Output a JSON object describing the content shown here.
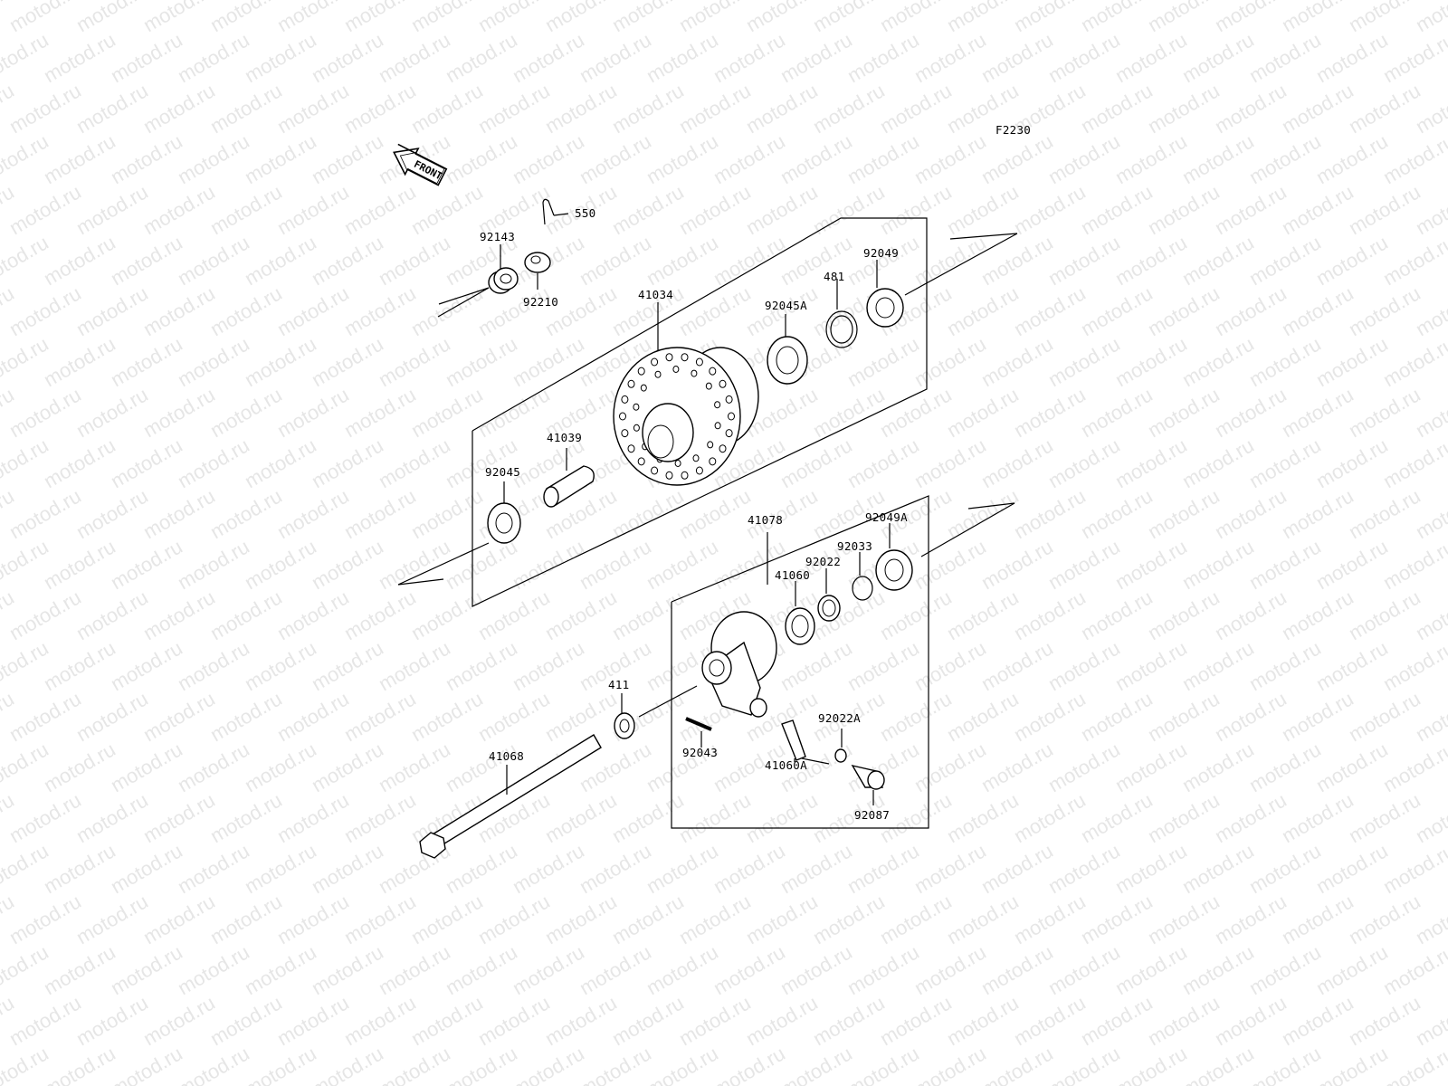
{
  "figure_code": "F2230",
  "front_arrow_label": "FRONT",
  "watermark": "motod.ru",
  "parts": {
    "p550": "550",
    "p92143": "92143",
    "p92210": "92210",
    "p41034": "41034",
    "p92045A": "92045A",
    "p481": "481",
    "p92049": "92049",
    "p41039": "41039",
    "p92045": "92045",
    "p41078": "41078",
    "p92049A": "92049A",
    "p92033": "92033",
    "p92022": "92022",
    "p41060": "41060",
    "p411": "411",
    "p92043": "92043",
    "p92022A": "92022A",
    "p41060A": "41060A",
    "p41068": "41068",
    "p92087": "92087"
  },
  "colors": {
    "line": "#000000",
    "watermark": "#e6e6e6",
    "background": "#ffffff"
  }
}
